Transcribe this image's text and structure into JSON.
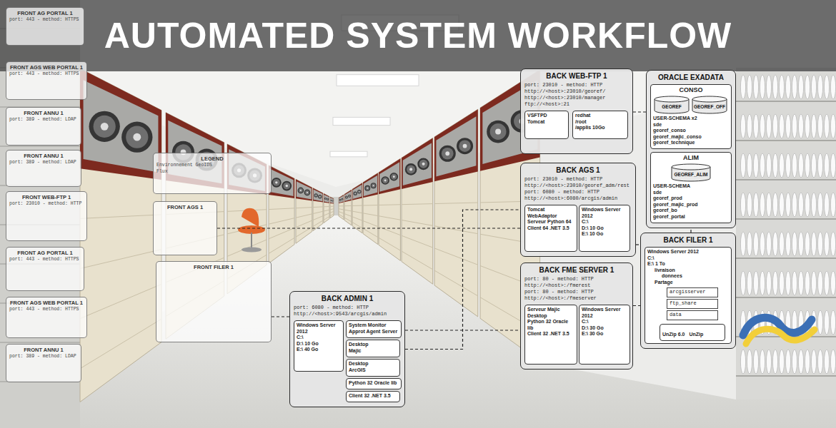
{
  "diagram": {
    "title": "AUTOMATED SYSTEM WORKFLOW",
    "nodes": [
      {
        "text": [
          "BACK WEB-FTP 1",
          "port: 23010 - method: HTTP",
          "http://<host>:23010/georef/",
          "http://<host>:23010/manager",
          "ftp://<host>:21"
        ]
      },
      {
        "text": [
          "VSFTPD",
          "Tomcat"
        ],
        "in": 0
      },
      {
        "text": [
          "redhat",
          "/root",
          "/applis 10Go"
        ],
        "in": 0
      },
      {
        "text": [
          "ORACLE EXADATA"
        ]
      },
      {
        "text": [
          "CONSO",
          "USER-SCHEMA x2",
          "sde",
          "georef_conso",
          "georef_majic_conso",
          "georef_technique"
        ],
        "in": 3
      },
      {
        "text": [
          "GEOREF"
        ],
        "in": 4
      },
      {
        "text": [
          "GEOREF_OFF"
        ],
        "in": 4
      },
      {
        "text": [
          "ALIM",
          "USER-SCHEMA",
          "sde",
          "georef_prod",
          "georef_majic_prod",
          "georef_bo",
          "georef_portal"
        ],
        "in": 3
      },
      {
        "text": [
          "GEOREF_ALIM"
        ],
        "in": 7
      },
      {
        "text": [
          "BACK AGS 1",
          "port: 23010 - method: HTTP",
          "http://<host>:23010/georef_adm/rest",
          "port: 6080 - method: HTTP",
          "http://<host>:6080/arcgis/admin"
        ]
      },
      {
        "text": [
          "Tomcat WebAdaptor",
          "Serveur Python 64",
          "Client 64 .NET 3.5"
        ],
        "in": 9
      },
      {
        "text": [
          "Windows Server 2012",
          "C:\\",
          "D:\\ 10 Go",
          "E:\\ 10 Go"
        ],
        "in": 9
      },
      {
        "text": [
          "BACK FME SERVER 1",
          "port: 80 - method: HTTP",
          "http://<host>:/fmerest",
          "port: 80 - method: HTTP",
          "http://<host>:/fmeserver"
        ]
      },
      {
        "text": [
          "Serveur Majic",
          "Desktop",
          "Python 32 Oracle lib",
          "Client 32 .NET 3.5"
        ],
        "in": 12
      },
      {
        "text": [
          "Windows Server 2012",
          "C:\\",
          "D:\\ 30 Go",
          "E:\\ 30 Go"
        ],
        "in": 12
      },
      {
        "text": [
          "BACK FILER 1"
        ]
      },
      {
        "text": [
          "Windows Server 2012",
          "C:\\",
          "E:\\ 1 To",
          "livraison",
          "donnees",
          "Partage"
        ],
        "in": 15
      },
      {
        "text": [
          "arcgisserver"
        ],
        "in": 16
      },
      {
        "text": [
          "ftp_share"
        ],
        "in": 16
      },
      {
        "text": [
          "data"
        ],
        "in": 16
      },
      {
        "text": [
          "UnZip 6.0",
          "UnZip"
        ],
        "in": 16
      },
      {
        "text": [
          "BACK ADMIN 1",
          "port: 6080 - method: HTTP",
          "http://<host>:9543/arcgis/admin"
        ]
      },
      {
        "text": [
          "Windows Server 2012",
          "C:\\",
          "D:\\ 10 Go",
          "E:\\ 40 Go"
        ],
        "in": 21
      },
      {
        "text": [
          "System Monitor",
          "Approt Agent Server"
        ],
        "in": 21
      },
      {
        "text": [
          "Desktop",
          "Majic"
        ],
        "in": 21
      },
      {
        "text": [
          "Desktop",
          "ArcGIS"
        ],
        "in": 21
      },
      {
        "text": [
          "Python 32 Oracle lib"
        ],
        "in": 21
      },
      {
        "text": [
          "Client 32 .NET 3.5"
        ],
        "in": 21
      },
      {
        "text": [
          "FRONT AG PORTAL 1",
          "port: 443 - method: HTTPS"
        ]
      },
      {
        "text": [
          "FRONT AGS WEB PORTAL 1",
          "port: 443 - method: HTTPS"
        ]
      },
      {
        "text": [
          "FRONT ANNU 1",
          "port: 389 - method: LDAP"
        ]
      },
      {
        "text": [
          "FRONT ANNU 1",
          "port: 389 - method: LDAP"
        ]
      },
      {
        "text": [
          "FRONT WEB-FTP 1",
          "port: 23010 - method: HTTP"
        ]
      },
      {
        "text": [
          "FRONT AG PORTAL 1",
          "port: 443 - method: HTTPS"
        ]
      },
      {
        "text": [
          "FRONT AGS WEB PORTAL 1",
          "port: 443 - method: HTTPS"
        ]
      },
      {
        "text": [
          "FRONT ANNU 1",
          "port: 389 - method: LDAP"
        ]
      },
      {
        "text": [
          "LEGEND",
          "Environnement GeoIDS",
          "Flux"
        ]
      },
      {
        "text": [
          "FRONT AGS 1"
        ]
      },
      {
        "text": [
          "FRONT FILER 1"
        ]
      }
    ],
    "edges": [
      {
        "from": 0,
        "to": 3,
        "arrow": "none"
      },
      {
        "from": 9,
        "to": 15,
        "arrow": "none"
      },
      {
        "from": 12,
        "to": 15,
        "arrow": "none"
      },
      {
        "from": 15,
        "to": 3,
        "arrow": "none"
      },
      {
        "from": 21,
        "to": 9,
        "arrow": "none"
      },
      {
        "from": 21,
        "to": 12,
        "arrow": "none"
      },
      {
        "from": 37,
        "to": 9,
        "arrow": "none"
      },
      {
        "from": 38,
        "to": 21,
        "arrow": "none"
      }
    ]
  }
}
